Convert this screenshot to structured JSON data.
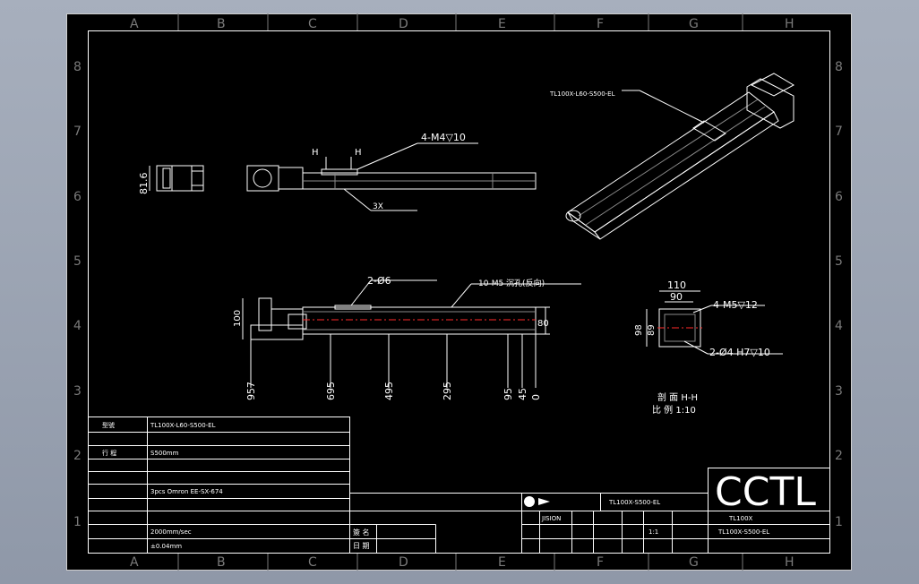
{
  "frame": {
    "cols": [
      "A",
      "B",
      "C",
      "D",
      "E",
      "F",
      "G",
      "H"
    ],
    "rows": [
      "8",
      "7",
      "6",
      "5",
      "4",
      "3",
      "2",
      "1"
    ]
  },
  "dims": {
    "end_h": "81.6",
    "front_h": "80",
    "total_h": "100",
    "ordinates": [
      "957",
      "695",
      "495",
      "295",
      "95",
      "45",
      "0"
    ],
    "sec_w": "110",
    "sec_w2": "90",
    "sec_h": "98",
    "sec_h2": "89"
  },
  "labels": {
    "h_mark": "H",
    "m4_holes": "4-M4▽10",
    "three_x": "3X",
    "model": "TL100X-L60-S500-EL",
    "d6_holes": "2-Ø6",
    "back_holes": "10-M5 沉孔(反向)",
    "m5_holes": "4-M5▽12",
    "d4_holes": "2-Ø4 H7▽10",
    "section_title": "剖 面 H-H",
    "section_scale": "比 例 1:10"
  },
  "spec": {
    "rows": [
      {
        "label": "型號",
        "value": "TL100X-L60-S500-EL"
      },
      {
        "label": "",
        "value": ""
      },
      {
        "label": "行 程",
        "value": "S500mm"
      },
      {
        "label": "",
        "value": ""
      },
      {
        "label": "",
        "value": ""
      },
      {
        "label": "",
        "value": "3pcs Omron EE-SX-674"
      },
      {
        "label": "",
        "value": ""
      },
      {
        "label": "",
        "value": ""
      },
      {
        "label": "",
        "value": "2000mm/sec"
      },
      {
        "label": "",
        "value": "±0.04mm"
      }
    ]
  },
  "title": {
    "note": "",
    "customer_confirm": "",
    "sign": "簽 名",
    "date": "日 期",
    "project_label": "",
    "part_number": "TL100X-S500-EL",
    "designer": "",
    "designer_name": "JISION",
    "check": "",
    "material": "",
    "material_value": "",
    "drawing_name_label": "",
    "review": "",
    "approve": "",
    "scale": "",
    "scale_value": "1:1",
    "drawing_no_label": "",
    "standard": "",
    "count": "",
    "drawing_date_label": "",
    "logo": "CCTL",
    "drawing_title": "TL100X",
    "drawing_number": "TL100X-S500-EL"
  }
}
